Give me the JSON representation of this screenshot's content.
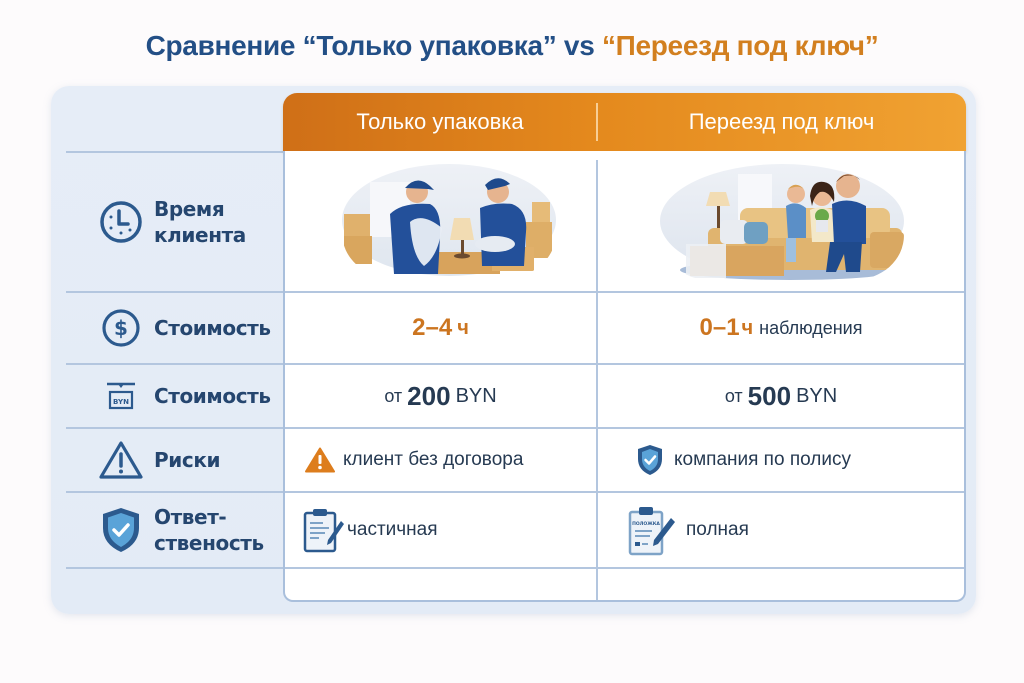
{
  "title": {
    "prefix": "Сравнение ",
    "option_a_quoted": "“Только упаковка”",
    "vs": " vs ",
    "option_b_quoted": "“Переезд под ключ”",
    "colors": {
      "blue": "#234f86",
      "orange": "#d27f1f"
    }
  },
  "table": {
    "columns": [
      {
        "label": "Только упаковка"
      },
      {
        "label": "Переезд под ключ"
      }
    ],
    "header_gradient": [
      "#cf6f17",
      "#f0a232"
    ],
    "rows": [
      {
        "label": "Время клиента",
        "label_line1": "Время",
        "label_line2": "клиента",
        "icon": "clock-icon",
        "cells": [
          {
            "type": "illustration",
            "description": "two movers in blue uniforms packing items with bubble wrap among cardboard boxes"
          },
          {
            "type": "illustration",
            "description": "family relaxing on a sofa next to moving boxes"
          }
        ]
      },
      {
        "label": "Стоимость",
        "icon": "dollar-circle-icon",
        "cells": [
          {
            "value": "2–4",
            "unit": "ч",
            "suffix": ""
          },
          {
            "value": "0–1",
            "unit": "ч",
            "suffix": "наблюдения"
          }
        ]
      },
      {
        "label": "Стоимость",
        "icon": "byn-banknote-icon",
        "icon_text": "BYN",
        "cells": [
          {
            "prefix": "от",
            "value": "200",
            "currency": "BYN"
          },
          {
            "prefix": "от",
            "value": "500",
            "currency": "BYN"
          }
        ]
      },
      {
        "label": "Риски",
        "icon": "warning-triangle-icon",
        "cells": [
          {
            "icon": "warning-filled-icon",
            "text": "клиент без договора"
          },
          {
            "icon": "shield-check-icon",
            "text": "компания по полису"
          }
        ]
      },
      {
        "label": "Ответственость",
        "label_line1": "Ответ-",
        "label_line2": "ственость",
        "icon": "shield-check-icon",
        "cells": [
          {
            "icon": "clipboard-pen-icon",
            "text": "частичная"
          },
          {
            "icon": "clipboard-contract-pen-icon",
            "icon_text": "ПОЛОЖКА",
            "text": "полная"
          }
        ]
      }
    ]
  }
}
